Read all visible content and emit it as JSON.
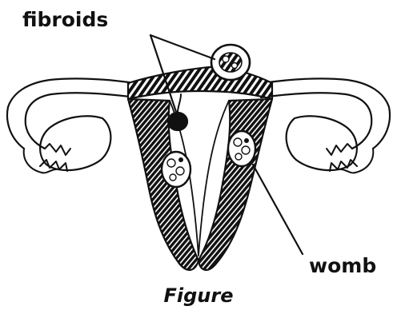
{
  "diagram": {
    "labels": {
      "fibroids": "fibroids",
      "womb": "womb"
    },
    "caption": "Figure"
  },
  "colors": {
    "ink": "#111111",
    "background": "#ffffff"
  }
}
